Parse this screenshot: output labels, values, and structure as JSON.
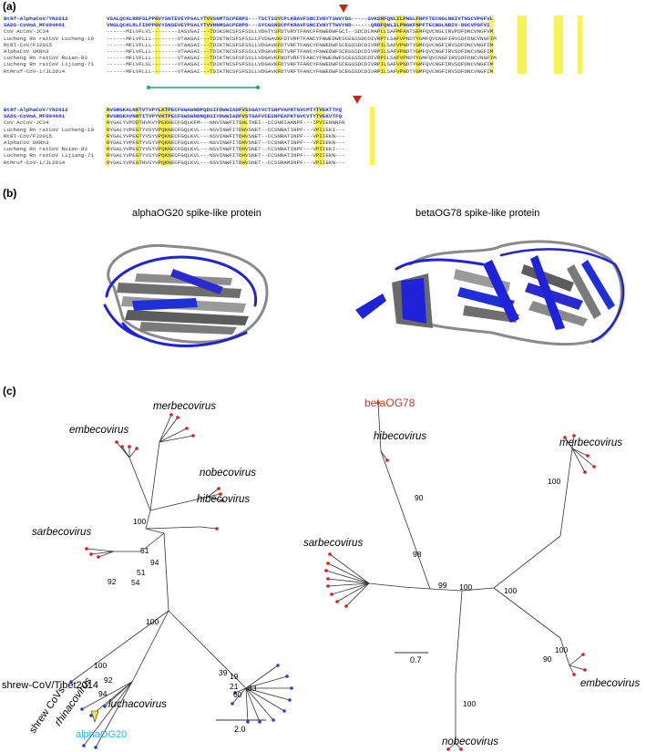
{
  "panels": {
    "a": "(a)",
    "b": "(b)",
    "c": "(c)"
  },
  "alignment": {
    "block1": [
      {
        "name": "BtRf-AlphaCoV/YN2012",
        "seq": "VSALQCKLRRFSLPPGVYSNTEVEYPSALYTVVSNMTSCPERPS---TSCTSSYCPLKRAVFSNCIVNYTSWVYDS-----SVKSNFQNLILPNGLFNPFTECNGLNKIVTNSCVPGFVL",
        "color": "blue"
      },
      {
        "name": "SADS-CoVmA_MF094681",
        "seq": "VNGLQCKLRLFIDPPGVYSNSEVEYPSALYTVVHNMSACPERPD---SYCGSNSCPFKRAVFSNCIVNYTTWVYND------QRDFQNLILPNGKFNPFTECNGLNRIV-DGCVPGFVI",
        "color": "blue"
      },
      {
        "name": "CoV AcCoV-JC34",
        "seq": "------MILVFLVL--------IASVGAI---TDSKSNCSFSFSSLLVDGTYSFDTVRVTFANCFFNWEDWFGCT--SDCDLMAPLLSAFMFANTSEMFQVCNGLIRVPDFDNCVNGFVM",
        "color": "grey"
      },
      {
        "name": "Lucheng Rn ratCoV Lucheng-19",
        "seq": "------MFLVFLLL--------VTAASAI---TDIKTNCSFSFSSLLFVDGAVKFDTVRFTFANCYFNWEDWFSCEGSSDCDIVRPTLSAFVPNDTYGMFQVCNGFIRVSDFDNCVNGFIM",
        "color": "grey"
      },
      {
        "name": "RtRl-CoV/FJ2015",
        "seq": "------MFLVFLLL--------VTAASAI---TDIKTNCSFSFSSLLVDGAVKFDTVRFTFANCYFNWEDWFSCEGSSDCDIVRPILSAFVPNDTYGMFQVCNGFIRVSDFDNCVNGFIM",
        "color": "grey"
      },
      {
        "name": "AlphaCoV UKRn3",
        "seq": "------MFLVFLLL--------VTAASAI---TDIKTNCSFSFSSLLVDGAVKFDTVRFTFANCYFNWEDWFSCEGSSDCDIVRPILSAFVPNDTYGMFQVCNGFIRVSDFDNCVNGFIM",
        "color": "grey"
      },
      {
        "name": "Lucheng Rn ratCoV Ruian-83",
        "seq": "------MFLVFLLL--------VTAASAI---TDIKTNCSFSFSSLLVDGAVKFNDTVRFTFANCYFNWEDWFSCEGSSDCDIVRPILSAFVPNDTYGMFQVCNGFIRVSDFDNCVNGFIM",
        "color": "grey"
      },
      {
        "name": "Lucheng Rn ratCoV Lijiang-71",
        "seq": "------MFLVFLSL--------VTAASAI---TDIKTNCSFSFSSLLVDGAVKFDTVRFTFANCYFNWEDWFSCEGSSDCDIVRPILSAFVPNDTYGMFQVCNGFIRVSDFDNCVNGFIM",
        "color": "grey"
      },
      {
        "name": "RtMruf-CoV-1/JL2014",
        "seq": "------MFLVFLLL--------VTAASAI---TDIKTNCSFSFSSLLVDGAVKFDTVRFTFANCYFNWEDWFSCEGSSDCDIVRPILSAFVPNDTYGMFQVCNGFIRVSDFDNCVNGFIM",
        "color": "grey"
      }
    ],
    "block2": [
      {
        "name": "BtRf-AlphaCoV/YN2012",
        "seq": "NVGRGKALNKTVTVPYLKTPECFGWAWNDPQDSIFDWWIADFVSSGAYVCTSNPVAPRTGVCMTYTVEKTTFQ",
        "color": "blue"
      },
      {
        "name": "SADS-CoVmA_MF094681",
        "seq": "RVGRGKAVNNTITVPYVKTPECFGWSWNDNQDSIYDWWIADFVSTGAFVCESNPEAPKTGVCVTYTVEKVTFQ",
        "color": "blue"
      },
      {
        "name": "CoV AcCoV-JC34",
        "seq": "RYGALYVPDDTHVKVYPEKHECFGQLKFM---NNVINWFITSHLTNEI--CCSNRIAANPF---IPVIENNNFN",
        "color": "grey"
      },
      {
        "name": "Lucheng Rn ratCoV Lucheng-19",
        "seq": "RYGALYVPEGTYVSYVPQKNECFGQLKVL---NSVINWFITDHVSNET--CCSNRATINPF---VPIIEKI---",
        "color": "grey"
      },
      {
        "name": "RtRl-CoV/FJ2015",
        "seq": "RYGALYVPEGTYVSYVPQKNECFGQLKVL---NSVINWFITDHVSNET--CCSNRATINPF---VPIIEKN---",
        "color": "grey"
      },
      {
        "name": "AlphaCoV UKRn3",
        "seq": "RYGALYVPEGTYVSYVPQKNECFGQLKVL---NSVINWFITDHVSNET--CCSNRATINPF---VPIIEKN---",
        "color": "grey"
      },
      {
        "name": "Lucheng Rn ratCoV Ruian-83",
        "seq": "RYGALYVPEGTYVSYVPQKNECFGQLKVL---NSVINWFITDHVSNET--CCSNRATINPF---VPIIEKI---",
        "color": "grey"
      },
      {
        "name": "Lucheng Rn ratCoV Lijiang-71",
        "seq": "RYGALYVPEGTYVSYVPQKNECFGQLKVL---NSVINWFITDHVSNET--CCSNRATINPF---VPIIEKN---",
        "color": "grey"
      },
      {
        "name": "RtMruf-CoV-1/JL2014",
        "seq": "RYGALYVPEGTHVSYVPQKNECFGQLKVL---NSVINWFITDHVSNET--CCSSRAMINPF---VPIIEKN---",
        "color": "grey"
      }
    ]
  },
  "structures": {
    "left_title": "alphaOG20 spike-like protein",
    "right_title": "betaOG78 spike-like protein"
  },
  "tree_left": {
    "clades": [
      "merbecovirus",
      "embecovirus",
      "nobecovirus",
      "hibecovirus",
      "sarbecovirus",
      "luchacovirus",
      "rhinacovirus"
    ],
    "plain_labels": [
      "shrew-CoV/Tibet2014",
      "shrew CoVs"
    ],
    "highlight": "alphaOG20",
    "bootstrap": [
      "100",
      "51",
      "94",
      "51",
      "92",
      "54",
      "100",
      "100",
      "92",
      "94",
      "39",
      "19",
      "21",
      "60",
      "33"
    ],
    "scale": "2.0"
  },
  "tree_right": {
    "highlight": "betaOG78",
    "clades": [
      "hibecovirus",
      "merbecovirus",
      "sarbecovirus",
      "embecovirus",
      "nobecovirus"
    ],
    "bootstrap": [
      "90",
      "100",
      "98",
      "99",
      "100",
      "100",
      "100",
      "90",
      "100"
    ],
    "scale": "0.7"
  },
  "colors": {
    "blue_seq": "#1f2fd0",
    "highlight": "#f7ef3a",
    "marker": "#d0201a",
    "alpha_label": "#22b5e8",
    "beta_label": "#c0392b",
    "tip_red": "#e01818",
    "tip_blue": "#1e3fd6"
  }
}
